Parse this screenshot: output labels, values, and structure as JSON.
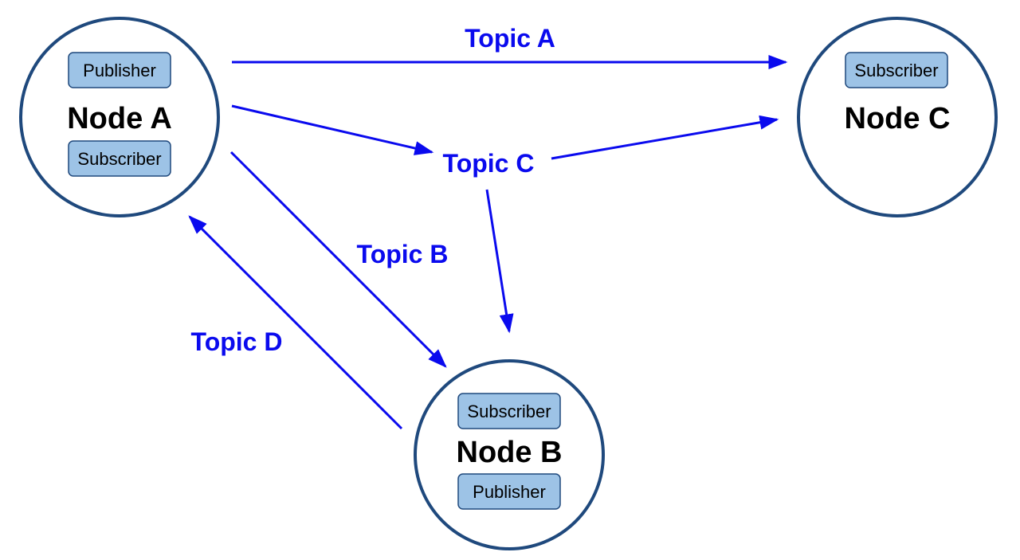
{
  "colors": {
    "node_stroke": "#1f497d",
    "role_box_fill": "#9dc3e6",
    "topic": "#0a0aee",
    "text": "#000000"
  },
  "nodes": {
    "a": {
      "title": "Node A",
      "roles": [
        "Publisher",
        "Subscriber"
      ]
    },
    "b": {
      "title": "Node B",
      "roles": [
        "Subscriber",
        "Publisher"
      ]
    },
    "c": {
      "title": "Node C",
      "roles": [
        "Subscriber"
      ]
    }
  },
  "topics": {
    "a": "Topic A",
    "b": "Topic B",
    "c": "Topic C",
    "d": "Topic D"
  },
  "connections": [
    {
      "from": "Node A",
      "to": "Node C",
      "topic": "Topic A"
    },
    {
      "from": "Node A",
      "to": "Topic C"
    },
    {
      "from": "Topic C",
      "to": "Node C"
    },
    {
      "from": "Topic C",
      "to": "Node B"
    },
    {
      "from": "Node A",
      "to": "Node B",
      "topic": "Topic B"
    },
    {
      "from": "Node B",
      "to": "Node A",
      "topic": "Topic D"
    }
  ]
}
